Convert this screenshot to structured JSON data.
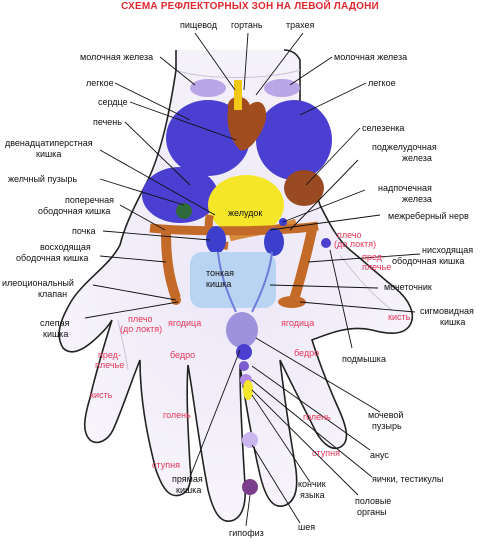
{
  "title": "СХЕМА РЕФЛЕКТОРНЫХ ЗОН НА ЛЕВОЙ ЛАДОНИ",
  "colors": {
    "title": "#e0282f",
    "hand_outline": "#222222",
    "hand_fill": "#f3eef8",
    "blue_organs": "#3b3fcc",
    "purple": "#8a6fd0",
    "brown": "#9a4a22",
    "orange": "#c46a28",
    "yellow": "#f5e62a",
    "green": "#2f6a3a",
    "light_blue": "#b9d4f2",
    "pink_text": "#e8375a"
  },
  "labels": {
    "pishchevod": "пищевод",
    "gortan": "гортань",
    "traheya": "трахея",
    "molochnaya_l": "молочная железа",
    "molochnaya_r": "молочная железа",
    "legkoe_l": "легкое",
    "legkoe_r": "легкое",
    "serdce": "сердце",
    "pechen": "печень",
    "selezenka": "селезенка",
    "duodenum_1": "двенадцатиперстная",
    "duodenum_2": "кишка",
    "pankreas_1": "поджелудочная",
    "pankreas_2": "железа",
    "zhelchny": "желчный пузырь",
    "nadpochech_1": "надпочечная",
    "nadpochech_2": "железа",
    "poperech_1": "поперечная",
    "poperech_2": "ободочная кишка",
    "mezhreber": "межреберный нерв",
    "zheludok": "желудок",
    "pochka": "почка",
    "voshod_1": "восходящая",
    "voshod_2": "ободочная кишка",
    "nishod_1": "нисходящая",
    "nishod_2": "ободочная кишка",
    "tonkaya_1": "тонкая",
    "tonkaya_2": "кишка",
    "ileo_1": "илеоциональный",
    "ileo_2": "клапан",
    "mochetochnik": "мочеточник",
    "slepaya_1": "слепая",
    "slepaya_2": "кишка",
    "sigmo_1": "сигмовидная",
    "sigmo_2": "кишка",
    "podmyshka": "подмышка",
    "mochevoy_1": "мочевой",
    "mochevoy_2": "пузырь",
    "anus": "анус",
    "yaichki": "яички, тестикулы",
    "polovye_1": "половые",
    "polovye_2": "органы",
    "pryamaya_1": "прямая",
    "pryamaya_2": "кишка",
    "konchik_1": "кончик",
    "konchik_2": "языка",
    "sheya": "шея",
    "gipofiz": "гипофиз"
  },
  "zone_labels": {
    "plecho_r_1": "плечо",
    "plecho_r_2": "(до локтя)",
    "predplechye_r_1": "пред-",
    "predplechye_r_2": "плечье",
    "kist_r": "кисть",
    "plecho_l_1": "плечо",
    "plecho_l_2": "(до локтя)",
    "predplechye_l_1": "пред-",
    "predplechye_l_2": "плечье",
    "kist_l": "кисть",
    "yagodica_l": "ягодица",
    "yagodica_r": "ягодица",
    "bedro_l": "бедро",
    "bedro_r": "бедро",
    "golen_l": "голень",
    "golen_r": "голень",
    "stupnya_l": "ступня",
    "stupnya_r": "ступня"
  }
}
